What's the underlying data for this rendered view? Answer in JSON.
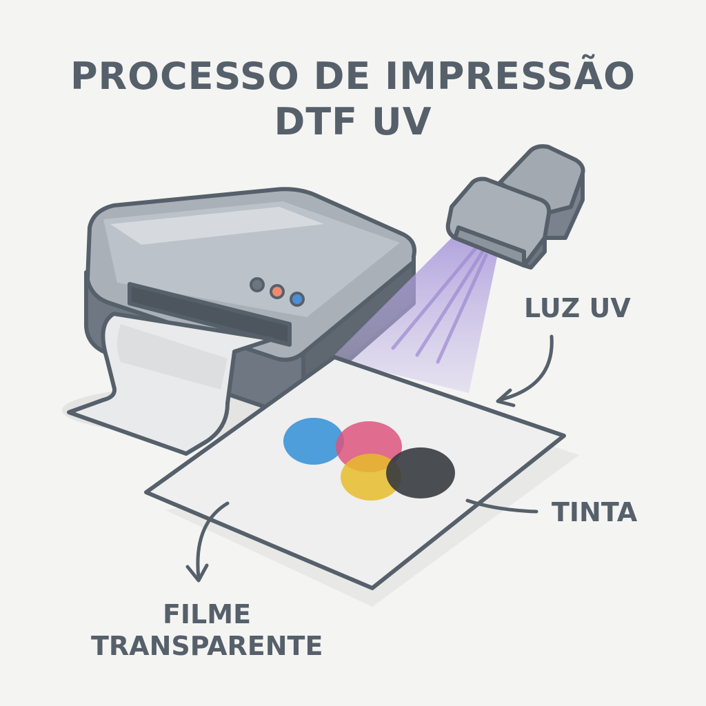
{
  "title": {
    "line1": "PROCESSO DE IMPRESSÃO",
    "line2": "DTF UV"
  },
  "labels": {
    "uv_light": "LUZ UV",
    "ink": "TINTA",
    "film_line1": "FILME",
    "film_line2": "TRANSPARENTE"
  },
  "colors": {
    "background": "#f4f4f2",
    "outline": "#56606b",
    "printer_body": "#8a929b",
    "uv_beam": "#b9a7de",
    "cyan": "#3fa0e6",
    "magenta": "#ec5a86",
    "yellow": "#f7c92e",
    "black": "#3c3f44",
    "button_blue": "#4d8fd6",
    "button_orange": "#ee8a70"
  },
  "icons": [
    "printer-icon",
    "uv-lamp-icon",
    "arrow-icon"
  ]
}
